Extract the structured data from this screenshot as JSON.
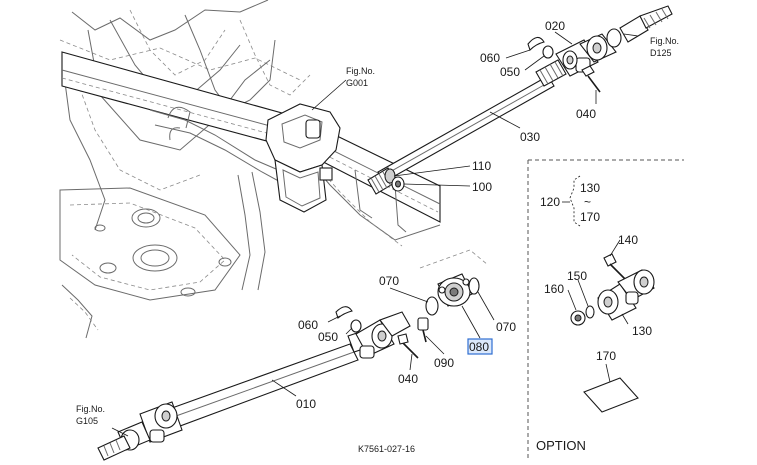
{
  "labels": {
    "p020": "020",
    "p060_top": "060",
    "p050_top": "050",
    "p040_top": "040",
    "p030": "030",
    "p110": "110",
    "p100": "100",
    "p070_left": "070",
    "p070_right": "070",
    "p060_bottom": "060",
    "p050_bottom": "050",
    "p080": "080",
    "p090": "090",
    "p040_bottom": "040",
    "p010": "010",
    "p120": "120",
    "p130_range": "130",
    "p170_range": "170",
    "range_symbol": "~",
    "p140": "140",
    "p150": "150",
    "p160": "160",
    "p130": "130",
    "p170": "170"
  },
  "fig_refs": {
    "g001": {
      "line1": "Fig.No.",
      "line2": "G001"
    },
    "d125": {
      "line1": "Fig.No.",
      "line2": "D125"
    },
    "g105": {
      "line1": "Fig.No.",
      "line2": "G105"
    }
  },
  "option_label": "OPTION",
  "drawing_code": "K7561-027-16",
  "colors": {
    "line": "#1a1a1a",
    "highlight_fill": "#dbe8fb",
    "highlight_stroke": "#2f6fd1"
  }
}
